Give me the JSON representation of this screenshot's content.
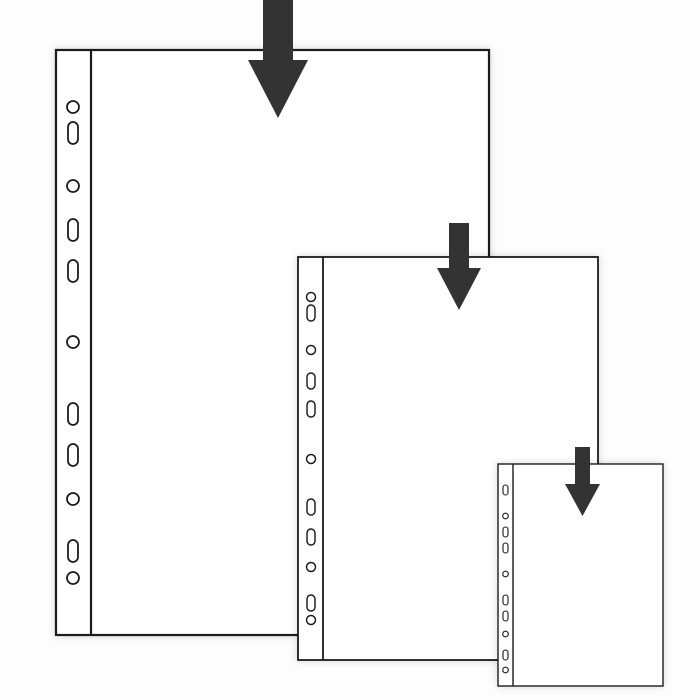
{
  "colors": {
    "background": "#fdfdfd",
    "sleeve_fill": "#ffffff",
    "outline": "#1a1a1a",
    "arrow": "#333333"
  },
  "sleeves": [
    {
      "name": "large",
      "hole_pattern": [
        "c",
        "o",
        "c",
        "o",
        "o",
        "c",
        "o",
        "o",
        "c",
        "o",
        "c"
      ]
    },
    {
      "name": "medium",
      "hole_pattern": [
        "c",
        "o",
        "c",
        "o",
        "o",
        "c",
        "o",
        "o",
        "c",
        "o",
        "c"
      ]
    },
    {
      "name": "small",
      "hole_pattern": [
        "o",
        "c",
        "o",
        "o",
        "c",
        "o",
        "o",
        "c",
        "o",
        "c"
      ]
    }
  ]
}
